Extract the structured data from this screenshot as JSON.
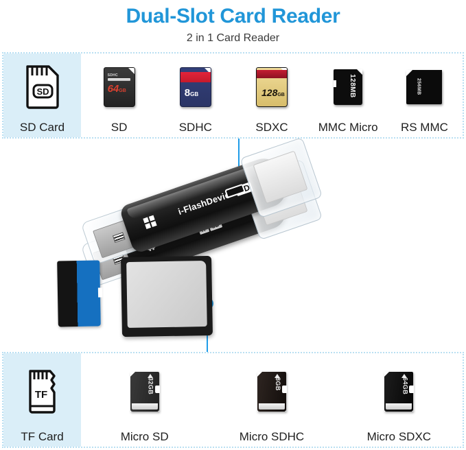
{
  "header": {
    "title": "Dual-Slot Card Reader",
    "subtitle": "2 in 1 Card Reader",
    "title_color": "#2196d8"
  },
  "theme": {
    "accent": "#1e9ce8",
    "panel_border": "#b9dff2",
    "highlight_bg": "#daeef8",
    "background": "#ffffff"
  },
  "top_panel": {
    "highlight": {
      "label": "SD Card",
      "icon": "sd-card-outline-icon",
      "badge_text": "SD"
    },
    "cards": [
      {
        "label": "SD",
        "capacity": "64",
        "unit": "GB",
        "style": "black",
        "small_text": "SDHC"
      },
      {
        "label": "SDHC",
        "capacity": "8",
        "unit": "GB",
        "style": "blue"
      },
      {
        "label": "SDXC",
        "capacity": "128",
        "unit": "GB",
        "style": "gold"
      },
      {
        "label": "MMC Micro",
        "capacity": "128MB",
        "unit": "",
        "style": "mmc"
      },
      {
        "label": "RS MMC",
        "capacity": "256MB",
        "unit": "",
        "style": "rsmmc"
      }
    ]
  },
  "bottom_panel": {
    "highlight": {
      "label": "TF Card",
      "icon": "tf-card-outline-icon",
      "badge_text": "TF"
    },
    "cards": [
      {
        "label": "Micro SD",
        "capacity": "32GB",
        "style": "dark"
      },
      {
        "label": "Micro SDHC",
        "capacity": "8GB",
        "style": "brown"
      },
      {
        "label": "Micro SDXC",
        "capacity": "64GB",
        "style": "black"
      }
    ]
  },
  "device": {
    "brand_text": "i-FlashDevice",
    "hd_badge": "HD",
    "windows_icon": "windows-logo-icon",
    "android_icon": "android-robot-icon",
    "tf_slot_label": "TF",
    "sd_slot_label": "SD",
    "top_connector": "lightning-port-icon",
    "bottom_connector": "usb-c-port-icon",
    "usb_connector": "usb-a-plug-icon"
  },
  "callouts": {
    "top": {
      "target": "sd-slot-callout",
      "color": "#1e9ce8"
    },
    "bottom": {
      "target": "tf-slot-callout",
      "color": "#1e9ce8"
    }
  }
}
